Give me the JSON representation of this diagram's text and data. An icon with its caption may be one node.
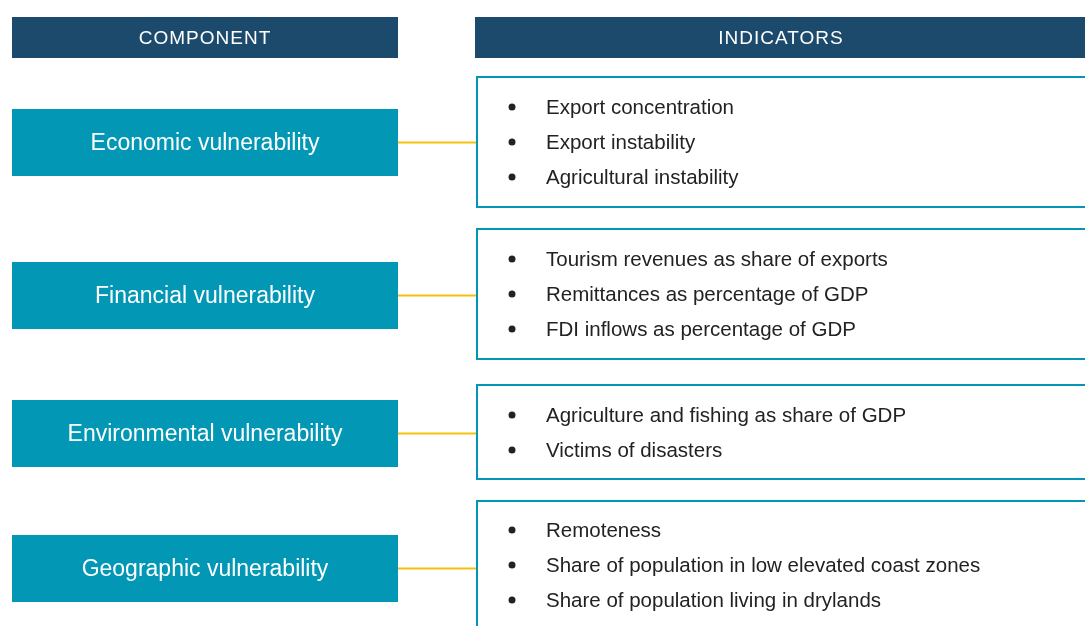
{
  "diagram": {
    "nodes": [
      {
        "text": [
          "COMPONENT"
        ]
      },
      {
        "text": [
          "INDICATORS"
        ]
      },
      {
        "text": [
          "Economic vulnerability"
        ]
      },
      {
        "text": [
          "Export concentration",
          "Export instability",
          "Agricultural instability"
        ]
      },
      {
        "text": [
          "Financial vulnerability"
        ]
      },
      {
        "text": [
          "Tourism revenues as share of exports",
          "Remittances as percentage of GDP",
          "FDI inflows as percentage of GDP"
        ]
      },
      {
        "text": [
          "Environmental vulnerability"
        ]
      },
      {
        "text": [
          "Agriculture and fishing as share of GDP",
          "Victims of disasters"
        ]
      },
      {
        "text": [
          "Geographic vulnerability"
        ]
      },
      {
        "text": [
          "Remoteness",
          "Share of population in low elevated coast zones",
          "Share of population living in drylands"
        ]
      }
    ],
    "edges": [
      {
        "from": 2,
        "to": 3,
        "arrow": "none"
      },
      {
        "from": 4,
        "to": 5,
        "arrow": "none"
      },
      {
        "from": 6,
        "to": 7,
        "arrow": "none"
      },
      {
        "from": 8,
        "to": 9,
        "arrow": "none"
      }
    ]
  }
}
